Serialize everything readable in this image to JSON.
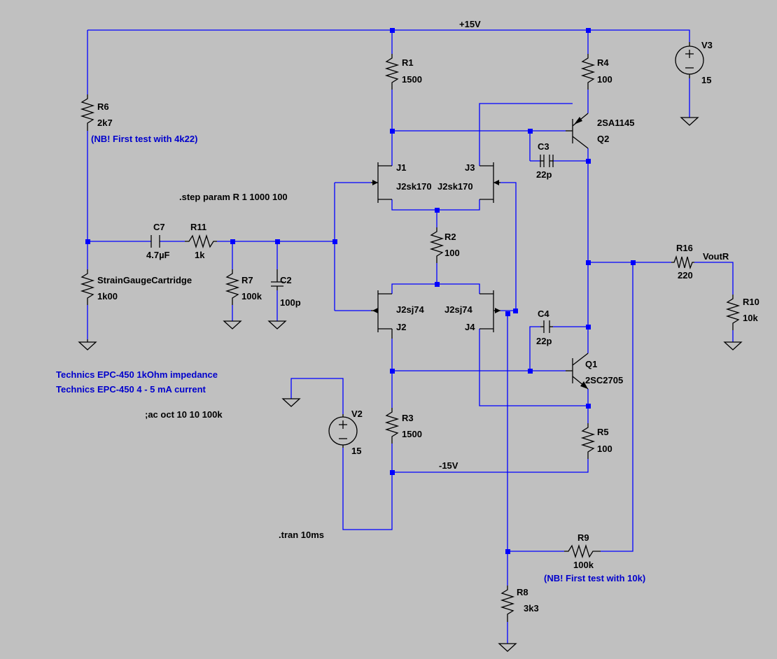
{
  "nets": {
    "vplus": "+15V",
    "vminus": "-15V",
    "vout": "VoutR"
  },
  "components": {
    "R1": {
      "name": "R1",
      "value": "1500"
    },
    "R2": {
      "name": "R2",
      "value": "100"
    },
    "R3": {
      "name": "R3",
      "value": "1500"
    },
    "R4": {
      "name": "R4",
      "value": "100"
    },
    "R5": {
      "name": "R5",
      "value": "100"
    },
    "R6": {
      "name": "R6",
      "value": "2k7"
    },
    "R7": {
      "name": "R7",
      "value": "100k"
    },
    "R8": {
      "name": "R8",
      "value": "3k3"
    },
    "R9": {
      "name": "R9",
      "value": "100k"
    },
    "R10": {
      "name": "R10",
      "value": "10k"
    },
    "R11": {
      "name": "R11",
      "value": "1k"
    },
    "R16": {
      "name": "R16",
      "value": "220"
    },
    "SG": {
      "name": "StrainGaugeCartridge",
      "value": "1k00"
    },
    "C2": {
      "name": "C2",
      "value": "100p"
    },
    "C3": {
      "name": "C3",
      "value": "22p"
    },
    "C4": {
      "name": "C4",
      "value": "22p"
    },
    "C7": {
      "name": "C7",
      "value": "4.7µF"
    },
    "V2": {
      "name": "V2",
      "value": "15"
    },
    "V3": {
      "name": "V3",
      "value": "15"
    },
    "J1": {
      "name": "J1",
      "value": "J2sk170"
    },
    "J2": {
      "name": "J2",
      "value": "J2sj74"
    },
    "J3": {
      "name": "J3",
      "value": "J2sk170"
    },
    "J4": {
      "name": "J4",
      "value": "J2sj74"
    },
    "Q1": {
      "name": "Q1",
      "value": "2SC2705"
    },
    "Q2": {
      "name": "Q2",
      "value": "2SA1145"
    }
  },
  "directives": {
    "step": ".step param R 1 1000 100",
    "ac": ";ac oct 10 10 100k",
    "tran": ".tran 10ms"
  },
  "notes": {
    "r6": "(NB! First test with 4k22)",
    "r9": "(NB! First test with 10k)",
    "cart1": "Technics EPC-450 1kOhm impedance",
    "cart2": "Technics EPC-450 4 - 5 mA current"
  }
}
